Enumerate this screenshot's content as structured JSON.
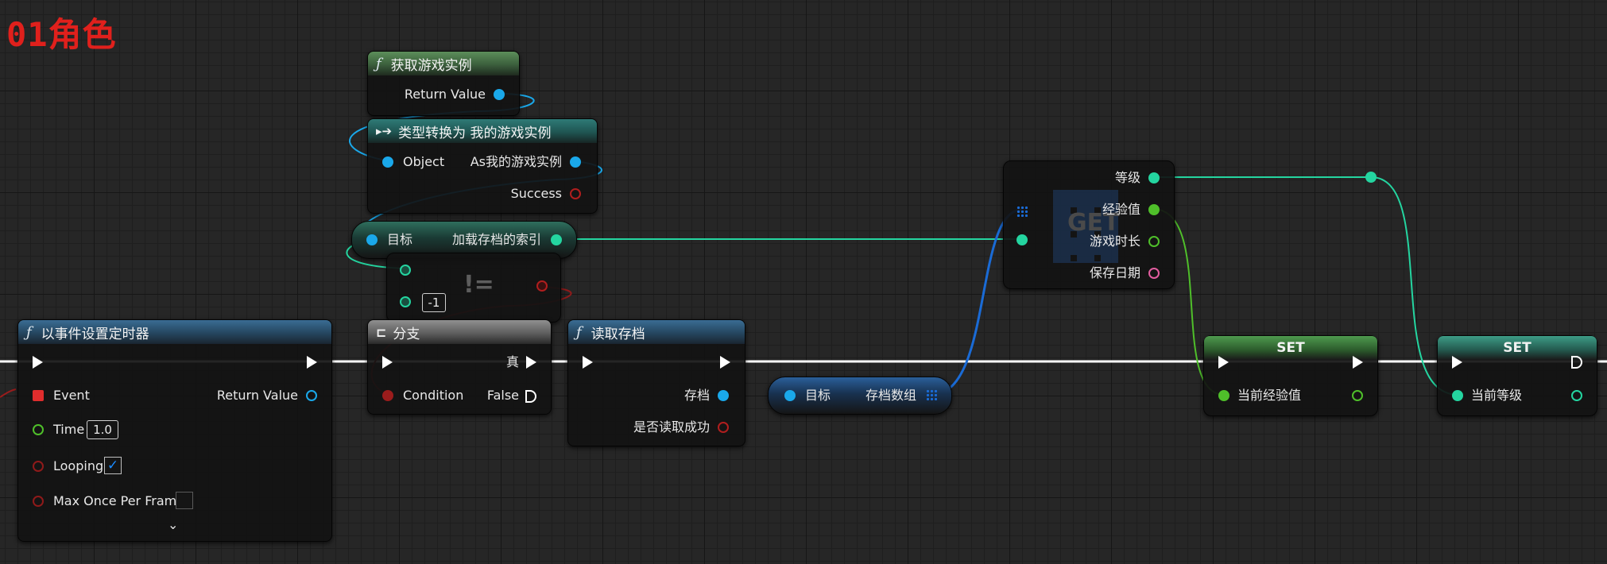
{
  "title": "01角色",
  "colors": {
    "title": "#e0201c",
    "exec_wire": "#ffffff",
    "object_pin": "#1aa8ea",
    "int_pin": "#24d5a0",
    "bool_pin": "#9b1c1c",
    "float_pin": "#7ee03f",
    "string_pin": "#e35da0",
    "array_wire": "#1a6bd6"
  },
  "nodes": {
    "get_game_instance": {
      "title": "获取游戏实例",
      "return_value": "Return Value",
      "icon": "function-icon"
    },
    "cast_node": {
      "title": "类型转换为 我的游戏实例",
      "object": "Object",
      "as_output": "As我的游戏实例",
      "success": "Success",
      "icon": "cast-icon"
    },
    "load_index_node": {
      "target": "目标",
      "output": "加载存档的索引"
    },
    "not_equal_node": {
      "operator": "!=",
      "value": "-1"
    },
    "set_timer_node": {
      "title": "以事件设置定时器",
      "event": "Event",
      "return_value": "Return Value",
      "time_label": "Time",
      "time_value": "1.0",
      "looping_label": "Looping",
      "max_once_label": "Max Once Per Frame",
      "icon": "function-icon"
    },
    "branch_node": {
      "title": "分支",
      "condition": "Condition",
      "true_label": "真",
      "false_label": "False",
      "icon": "branch-icon"
    },
    "load_save_node": {
      "title": "读取存档",
      "save_output": "存档",
      "success_output": "是否读取成功",
      "icon": "function-icon"
    },
    "save_array_node": {
      "target": "目标",
      "output": "存档数组"
    },
    "get_node": {
      "watermark": "GET",
      "level": "等级",
      "exp": "经验值",
      "play_time": "游戏时长",
      "save_date": "保存日期"
    },
    "set_exp_node": {
      "title": "SET",
      "variable": "当前经验值"
    },
    "set_level_node": {
      "title": "SET",
      "variable": "当前等级"
    }
  }
}
